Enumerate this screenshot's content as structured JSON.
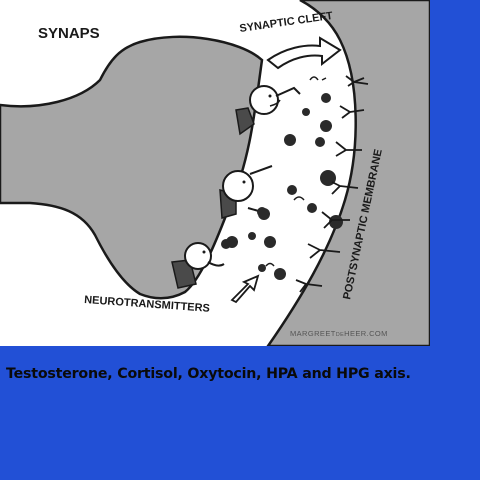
{
  "cartoon": {
    "title": "SYNAPS",
    "synaptic_cleft_label": "SYNAPTIC CLEFT",
    "postsynaptic_membrane_label": "POSTSYNAPTIC MEMBRANE",
    "neurotransmitters_label": "NEUROTRANSMITTERS",
    "credit_name": "MARGREET",
    "credit_particle": "DE",
    "credit_surname": "HEER.COM",
    "icons": [
      "neuron-terminal-illustration",
      "cartoon-character-icon",
      "receptor-hand-icon",
      "curved-arrow-icon"
    ]
  },
  "caption": "Testosterone, Cortisol, Oxytocin, HPA and HPG axis.",
  "colors": {
    "background": "#2250d6",
    "cartoon_bg": "#ffffff",
    "membrane": "#a6a6a6",
    "ink": "#1a1a1a"
  }
}
